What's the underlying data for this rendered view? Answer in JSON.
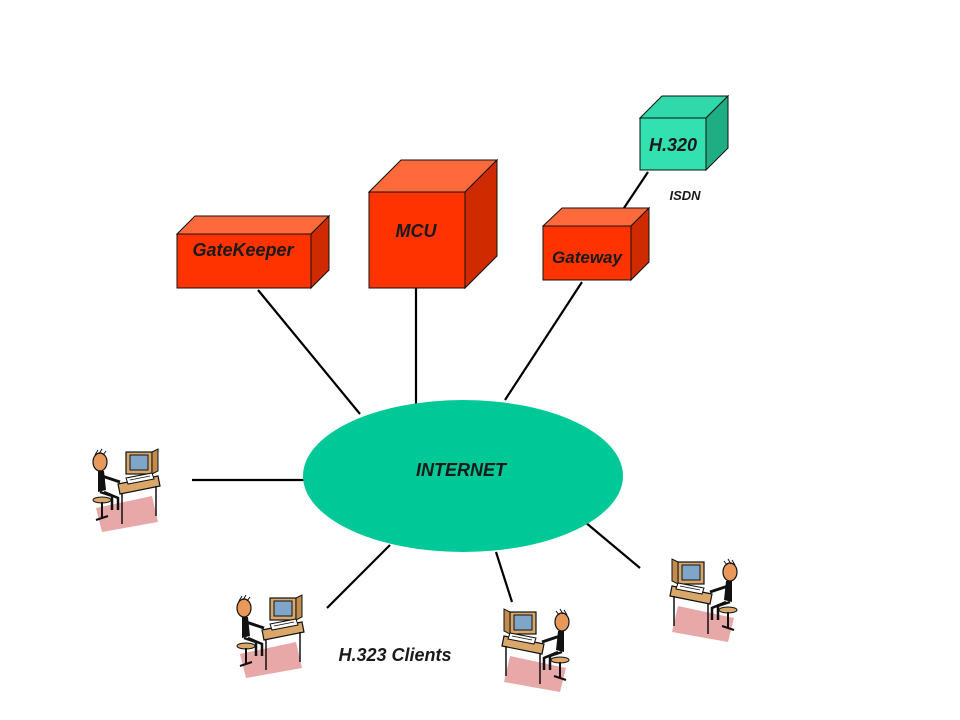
{
  "diagram": {
    "nodes": {
      "gatekeeper": {
        "label": "GateKeeper",
        "color": "#ff3300"
      },
      "mcu": {
        "label": "MCU",
        "color": "#ff3300"
      },
      "gateway": {
        "label": "Gateway",
        "color": "#ff3300"
      },
      "h320": {
        "label": "H.320",
        "color": "#33d6a0"
      },
      "internet": {
        "label": "INTERNET",
        "color": "#00c896"
      }
    },
    "links": {
      "isdn": {
        "label": "ISDN"
      }
    },
    "clients": {
      "label": "H.323 Clients",
      "icon": "person-at-computer-icon"
    }
  }
}
